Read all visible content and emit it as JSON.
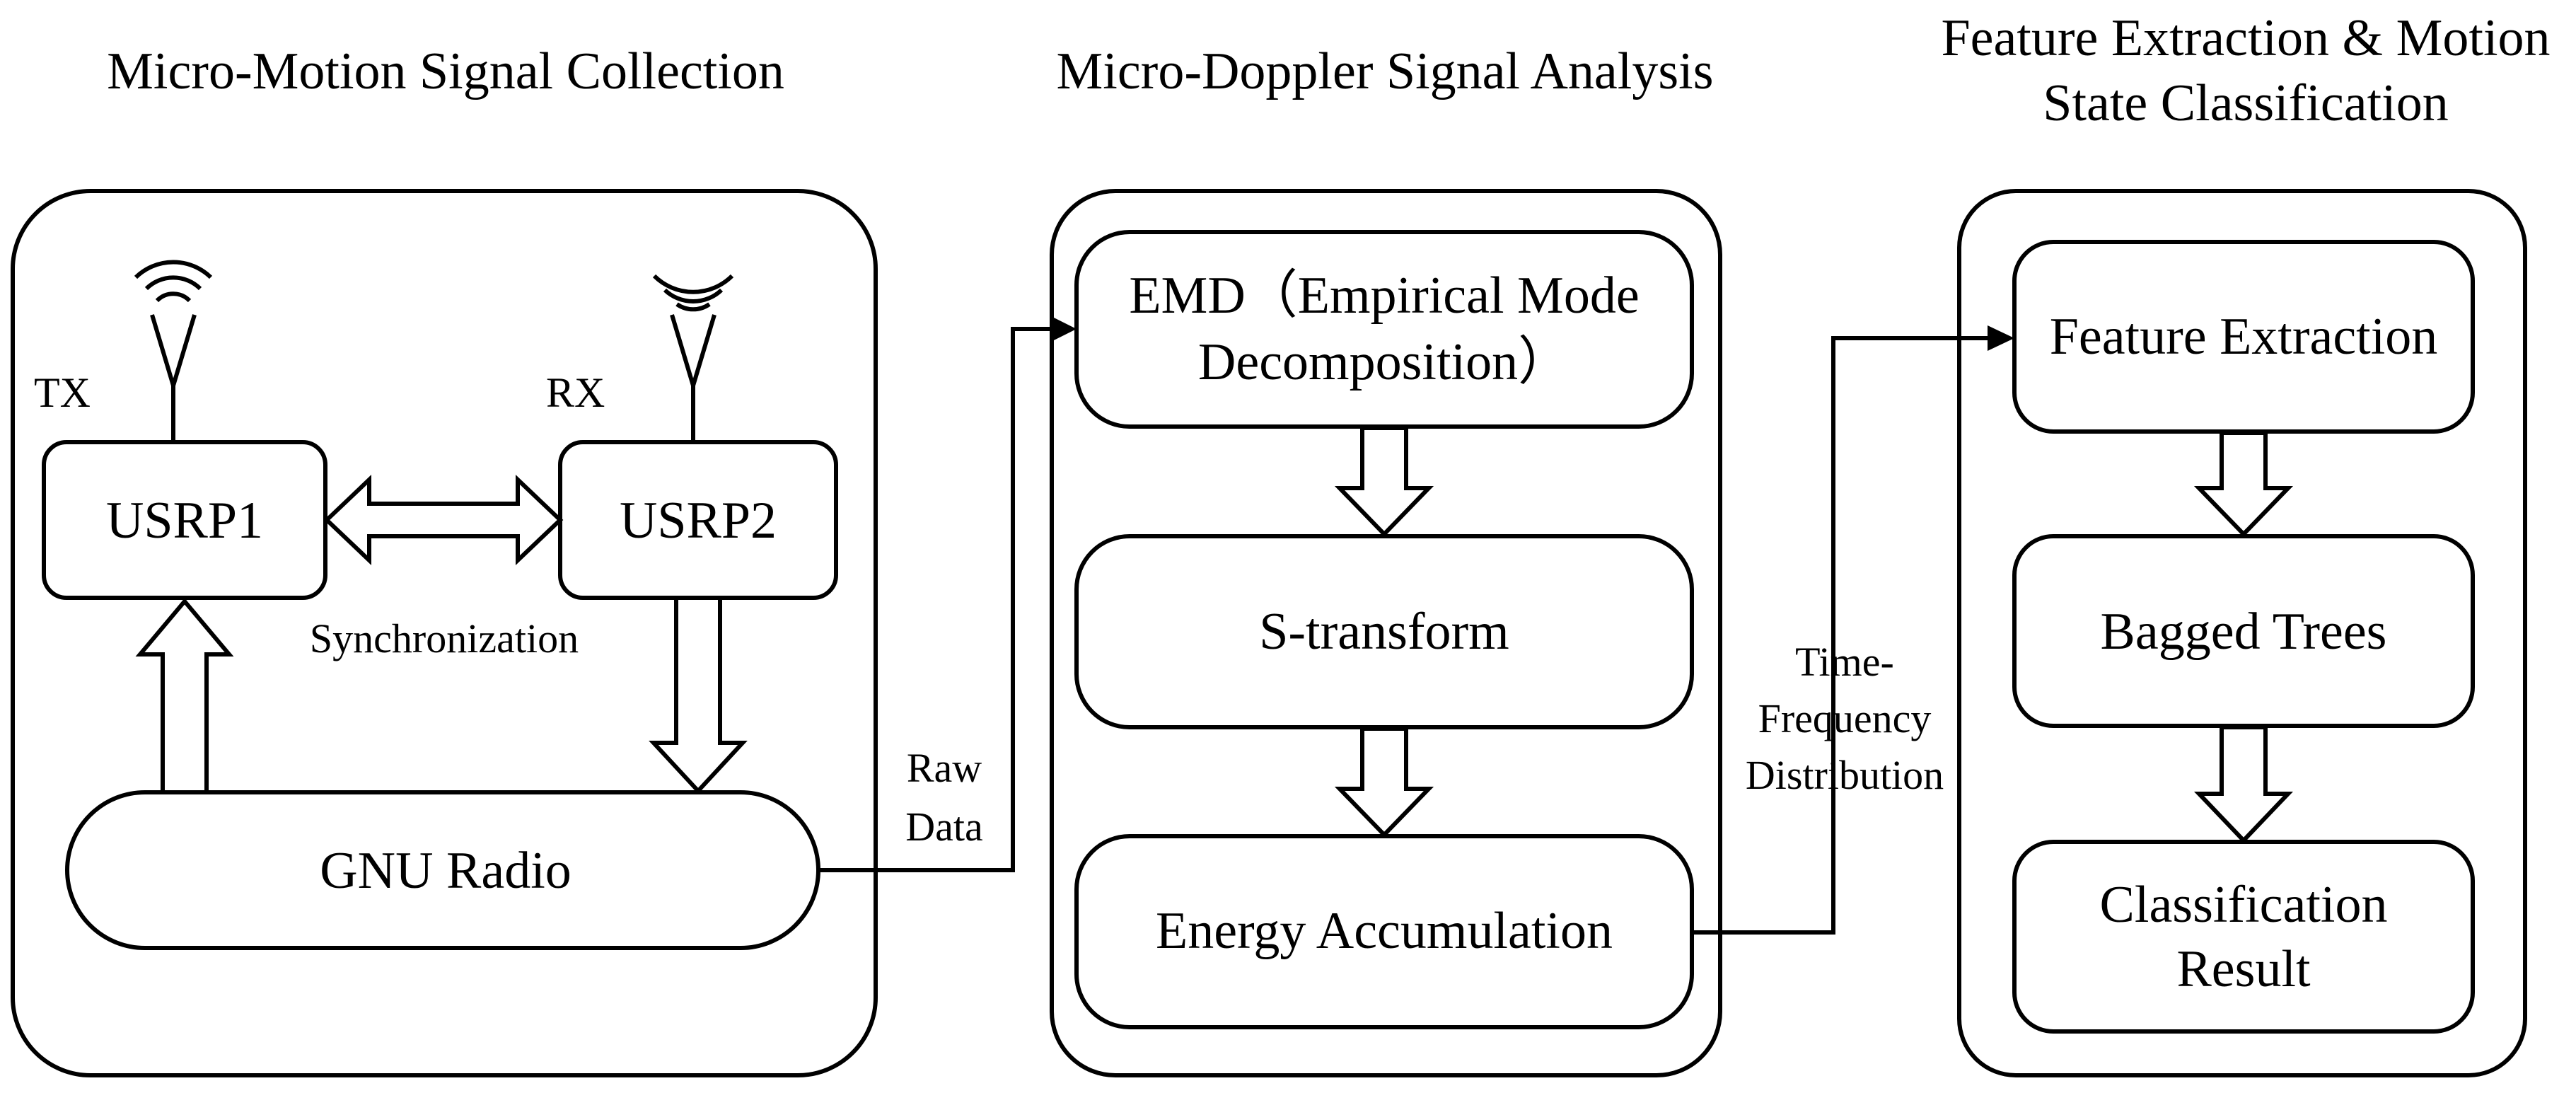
{
  "sections": {
    "collection": {
      "title": "Micro-Motion Signal Collection"
    },
    "analysis": {
      "title": "Micro-Doppler Signal Analysis"
    },
    "features": {
      "title_line1": "Feature Extraction & Motion",
      "title_line2": "State Classification"
    }
  },
  "collection": {
    "tx_label": "TX",
    "rx_label": "RX",
    "usrp1": "USRP1",
    "usrp2": "USRP2",
    "sync_label": "Synchronization",
    "gnu_radio": "GNU Radio"
  },
  "analysis": {
    "emd_line1": "EMD（Empirical Mode",
    "emd_line2": "Decomposition）",
    "s_transform": "S-transform",
    "energy": "Energy Accumulation"
  },
  "features": {
    "feature_extraction": "Feature Extraction",
    "bagged_trees": "Bagged Trees",
    "result_line1": "Classification",
    "result_line2": "Result"
  },
  "connectors": {
    "raw_line1": "Raw",
    "raw_line2": "Data",
    "tf_line1": "Time-",
    "tf_line2": "Frequency",
    "tf_line3": "Distribution"
  }
}
